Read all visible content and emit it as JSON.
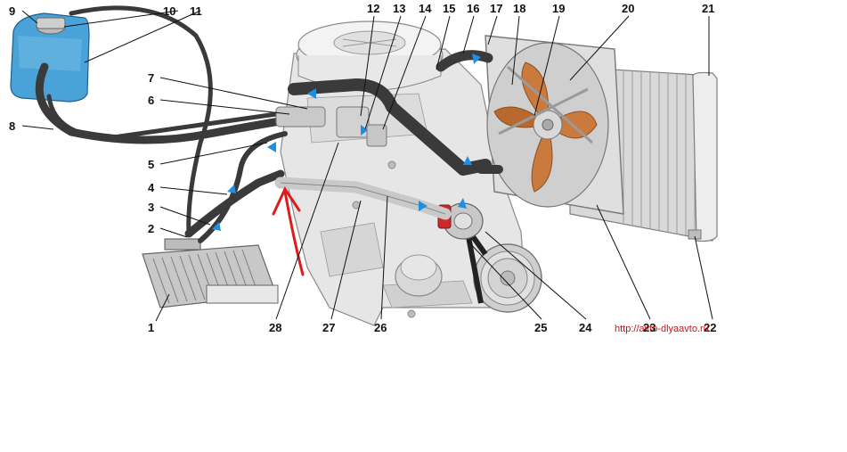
{
  "callouts": [
    {
      "id": "1",
      "label": "1"
    },
    {
      "id": "2",
      "label": "2"
    },
    {
      "id": "3",
      "label": "3"
    },
    {
      "id": "4",
      "label": "4"
    },
    {
      "id": "5",
      "label": "5"
    },
    {
      "id": "6",
      "label": "6"
    },
    {
      "id": "7",
      "label": "7"
    },
    {
      "id": "8",
      "label": "8"
    },
    {
      "id": "9",
      "label": "9"
    },
    {
      "id": "10",
      "label": "10"
    },
    {
      "id": "11",
      "label": "11"
    },
    {
      "id": "12",
      "label": "12"
    },
    {
      "id": "13",
      "label": "13"
    },
    {
      "id": "14",
      "label": "14"
    },
    {
      "id": "15",
      "label": "15"
    },
    {
      "id": "16",
      "label": "16"
    },
    {
      "id": "17",
      "label": "17"
    },
    {
      "id": "18",
      "label": "18"
    },
    {
      "id": "19",
      "label": "19"
    },
    {
      "id": "20",
      "label": "20"
    },
    {
      "id": "21",
      "label": "21"
    },
    {
      "id": "22",
      "label": "22"
    },
    {
      "id": "23",
      "label": "23"
    },
    {
      "id": "24",
      "label": "24"
    },
    {
      "id": "25",
      "label": "25"
    },
    {
      "id": "26",
      "label": "26"
    },
    {
      "id": "27",
      "label": "27"
    },
    {
      "id": "28",
      "label": "28"
    }
  ],
  "watermark": "http://avto-dlyaavto.ru",
  "colors": {
    "hose": "#3a3a3a",
    "engine": "#e6e6e6",
    "engine_outline": "#8a8a8a",
    "metal": "#c9c9c9",
    "tank": "#4aa3d8",
    "flow_arrow": "#1f8fe0",
    "fan_blade": "#c97a3c",
    "red_annotation": "#e01b1b",
    "watermark": "#c0181c"
  }
}
